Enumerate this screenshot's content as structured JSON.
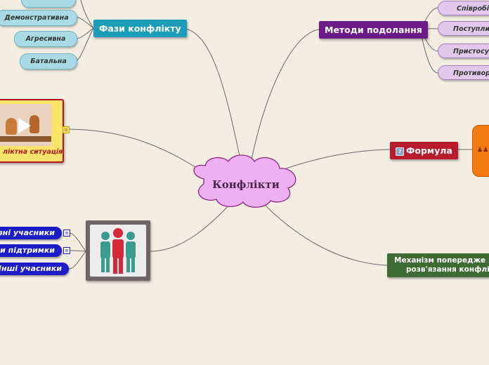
{
  "central": {
    "label": "Конфлікти"
  },
  "phases": {
    "label": "Фази конфлікту",
    "items": [
      "Демонстративна",
      "Агресивна",
      "Батальна"
    ]
  },
  "methods": {
    "label": "Методи подолання",
    "items": [
      "Співробі",
      "Поступли",
      "Пристосу",
      "Противоро"
    ]
  },
  "formula": {
    "label": "Формула"
  },
  "situation": {
    "caption": "ліктна ситуація"
  },
  "mechanism": {
    "line1": "Механізм попередже",
    "line2": "розв'язання конфлі"
  },
  "participants": {
    "items": [
      "вні учасники",
      "пи підтримки",
      "Інші учасники"
    ]
  },
  "colors": {
    "background": "#f3ede2",
    "central_fill": "#efb0f3",
    "phases": "#1b9db8",
    "methods": "#6d1a8a",
    "formula": "#b81c2c",
    "mechanism": "#3f6b34",
    "navy": "#1c1cc9"
  },
  "icons": [
    "note-icon",
    "play-icon",
    "people-icon",
    "formula-icon"
  ]
}
